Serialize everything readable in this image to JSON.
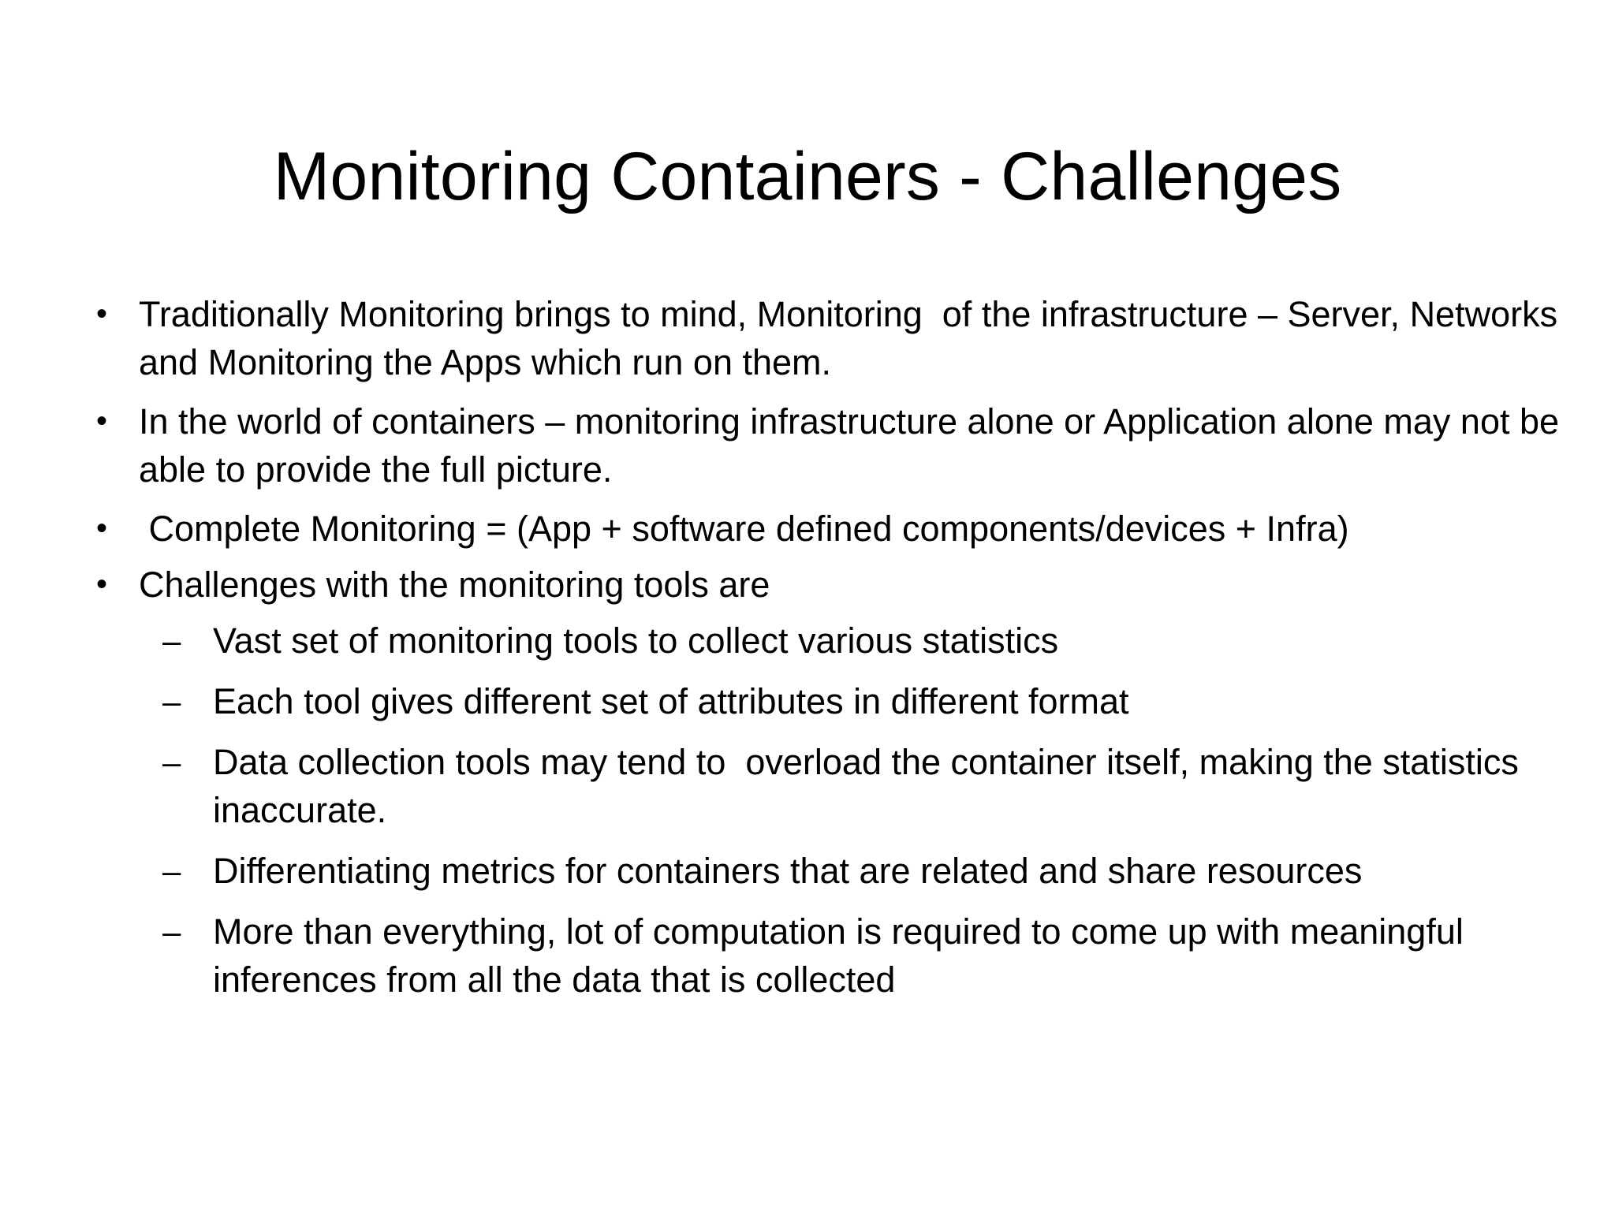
{
  "slide": {
    "title": "Monitoring Containers - Challenges",
    "background_color": "#ffffff",
    "text_color": "#000000",
    "bullet_marker": "•",
    "sub_bullet_marker": "–",
    "content": [
      {
        "level": 1,
        "marker": "•",
        "text": "Traditionally Monitoring brings to mind, Monitoring  of the infrastructure – Server, Networks  and Monitoring the Apps which run on them."
      },
      {
        "level": 1,
        "marker": "•",
        "text": "In the world of containers – monitoring infrastructure alone or Application alone may not be able to provide the full picture."
      },
      {
        "level": 1,
        "marker": "•",
        "text": " Complete Monitoring = (App + software defined components/devices + Infra)"
      },
      {
        "level": 1,
        "marker": "•",
        "text": "Challenges with the monitoring tools are"
      },
      {
        "level": 2,
        "marker": "–",
        "text": "Vast set of monitoring tools to collect various statistics"
      },
      {
        "level": 2,
        "marker": "–",
        "text": "Each tool gives different set of attributes in different format"
      },
      {
        "level": 2,
        "marker": "–",
        "text": "Data collection tools may tend to  overload the container itself, making the statistics inaccurate."
      },
      {
        "level": 2,
        "marker": "–",
        "text": "Differentiating metrics for containers that are related and share resources"
      },
      {
        "level": 2,
        "marker": "–",
        "text": "More than everything, lot of computation is required to come up with meaningful inferences from all the data that is collected"
      }
    ]
  }
}
